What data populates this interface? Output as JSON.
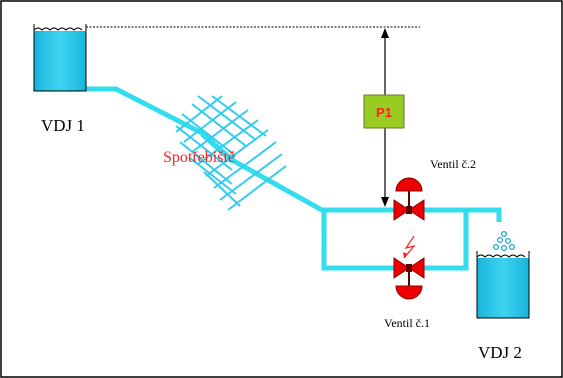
{
  "diagram": {
    "labels": {
      "vdj1": "VDJ 1",
      "vdj2": "VDJ 2",
      "consumers": "Spotřebiště",
      "pump": "P1",
      "valve2": "Ventil č.2",
      "valve1": "Ventil č.1"
    },
    "colors": {
      "border": "#000000",
      "water": "#33ccee",
      "pipe": "#33ddee",
      "tank_fill": "#2ec4e6",
      "pump_fill": "#99cc22",
      "pump_text": "#ff2020",
      "consumer_text": "#ff2020",
      "valve_red": "#ee0000",
      "valve_dark": "#660000",
      "fault_symbol": "#ff2020"
    },
    "icons": [
      "pump-box",
      "gate-valve",
      "lightning-fault-icon",
      "water-drops-icon",
      "tank"
    ]
  }
}
